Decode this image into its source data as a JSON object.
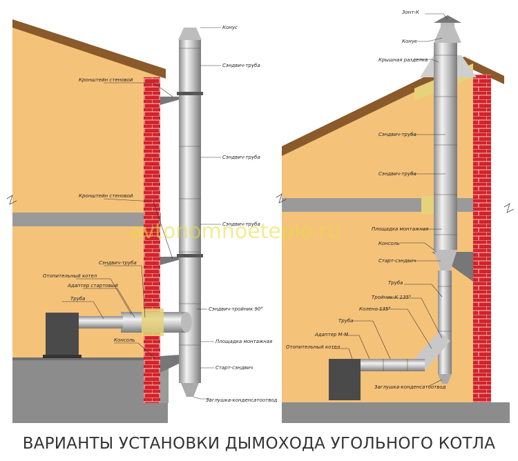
{
  "left_labels": {
    "konus": "Конус",
    "sandwich_1": "Сэндвич-труба",
    "bracket_1": "Кронштейн стеновой",
    "sandwich_2": "Сэндвич-труба",
    "bracket_2": "Кронштейн стеновой",
    "sandwich_3": "Сэндвич-труба",
    "sandwich_4": "Сэндвич-труба",
    "boiler": "Отопительный котел",
    "adapter": "Адаптер стартовый",
    "pipe": "Труба",
    "tee": "Сэндвич-тройник 90°",
    "platform": "Площадка монтажная",
    "console": "Консоль",
    "start": "Старт-сэндвич",
    "plug": "Заглушка-конденсатоотвод"
  },
  "right_labels": {
    "umbrella": "Зонт-К",
    "konus": "Конус",
    "roof_cover": "Крышная разделка",
    "sandwich_1": "Сэндвич-труба",
    "sandwich_2": "Сэндвич-труба",
    "platform": "Площадка монтажная",
    "console": "Консоль",
    "start": "Старт-сэндвич",
    "pipe_1": "Труба",
    "tee": "Тройник-К 135°",
    "elbow": "Колено 135°",
    "pipe_2": "Труба",
    "adapter": "Адаптер М-М",
    "boiler": "Отопительный котел",
    "plug": "Заглушка-конденсатоотвод"
  },
  "watermark": "avtonomnoeteplo.ru",
  "caption": "ВАРИАНТЫ УСТАНОВКИ ДЫМОХОДА УГОЛЬНОГО КОТЛА",
  "colors": {
    "wall": "#f5c27a",
    "roof": "#8a5a2b",
    "brick": "#d2232a",
    "floor_slab": "#9a9a9a",
    "ground": "#8c8c8c",
    "boiler": "#4a4a4a",
    "pipe": "#c8c8c8",
    "insulation": "#e6d27a"
  }
}
